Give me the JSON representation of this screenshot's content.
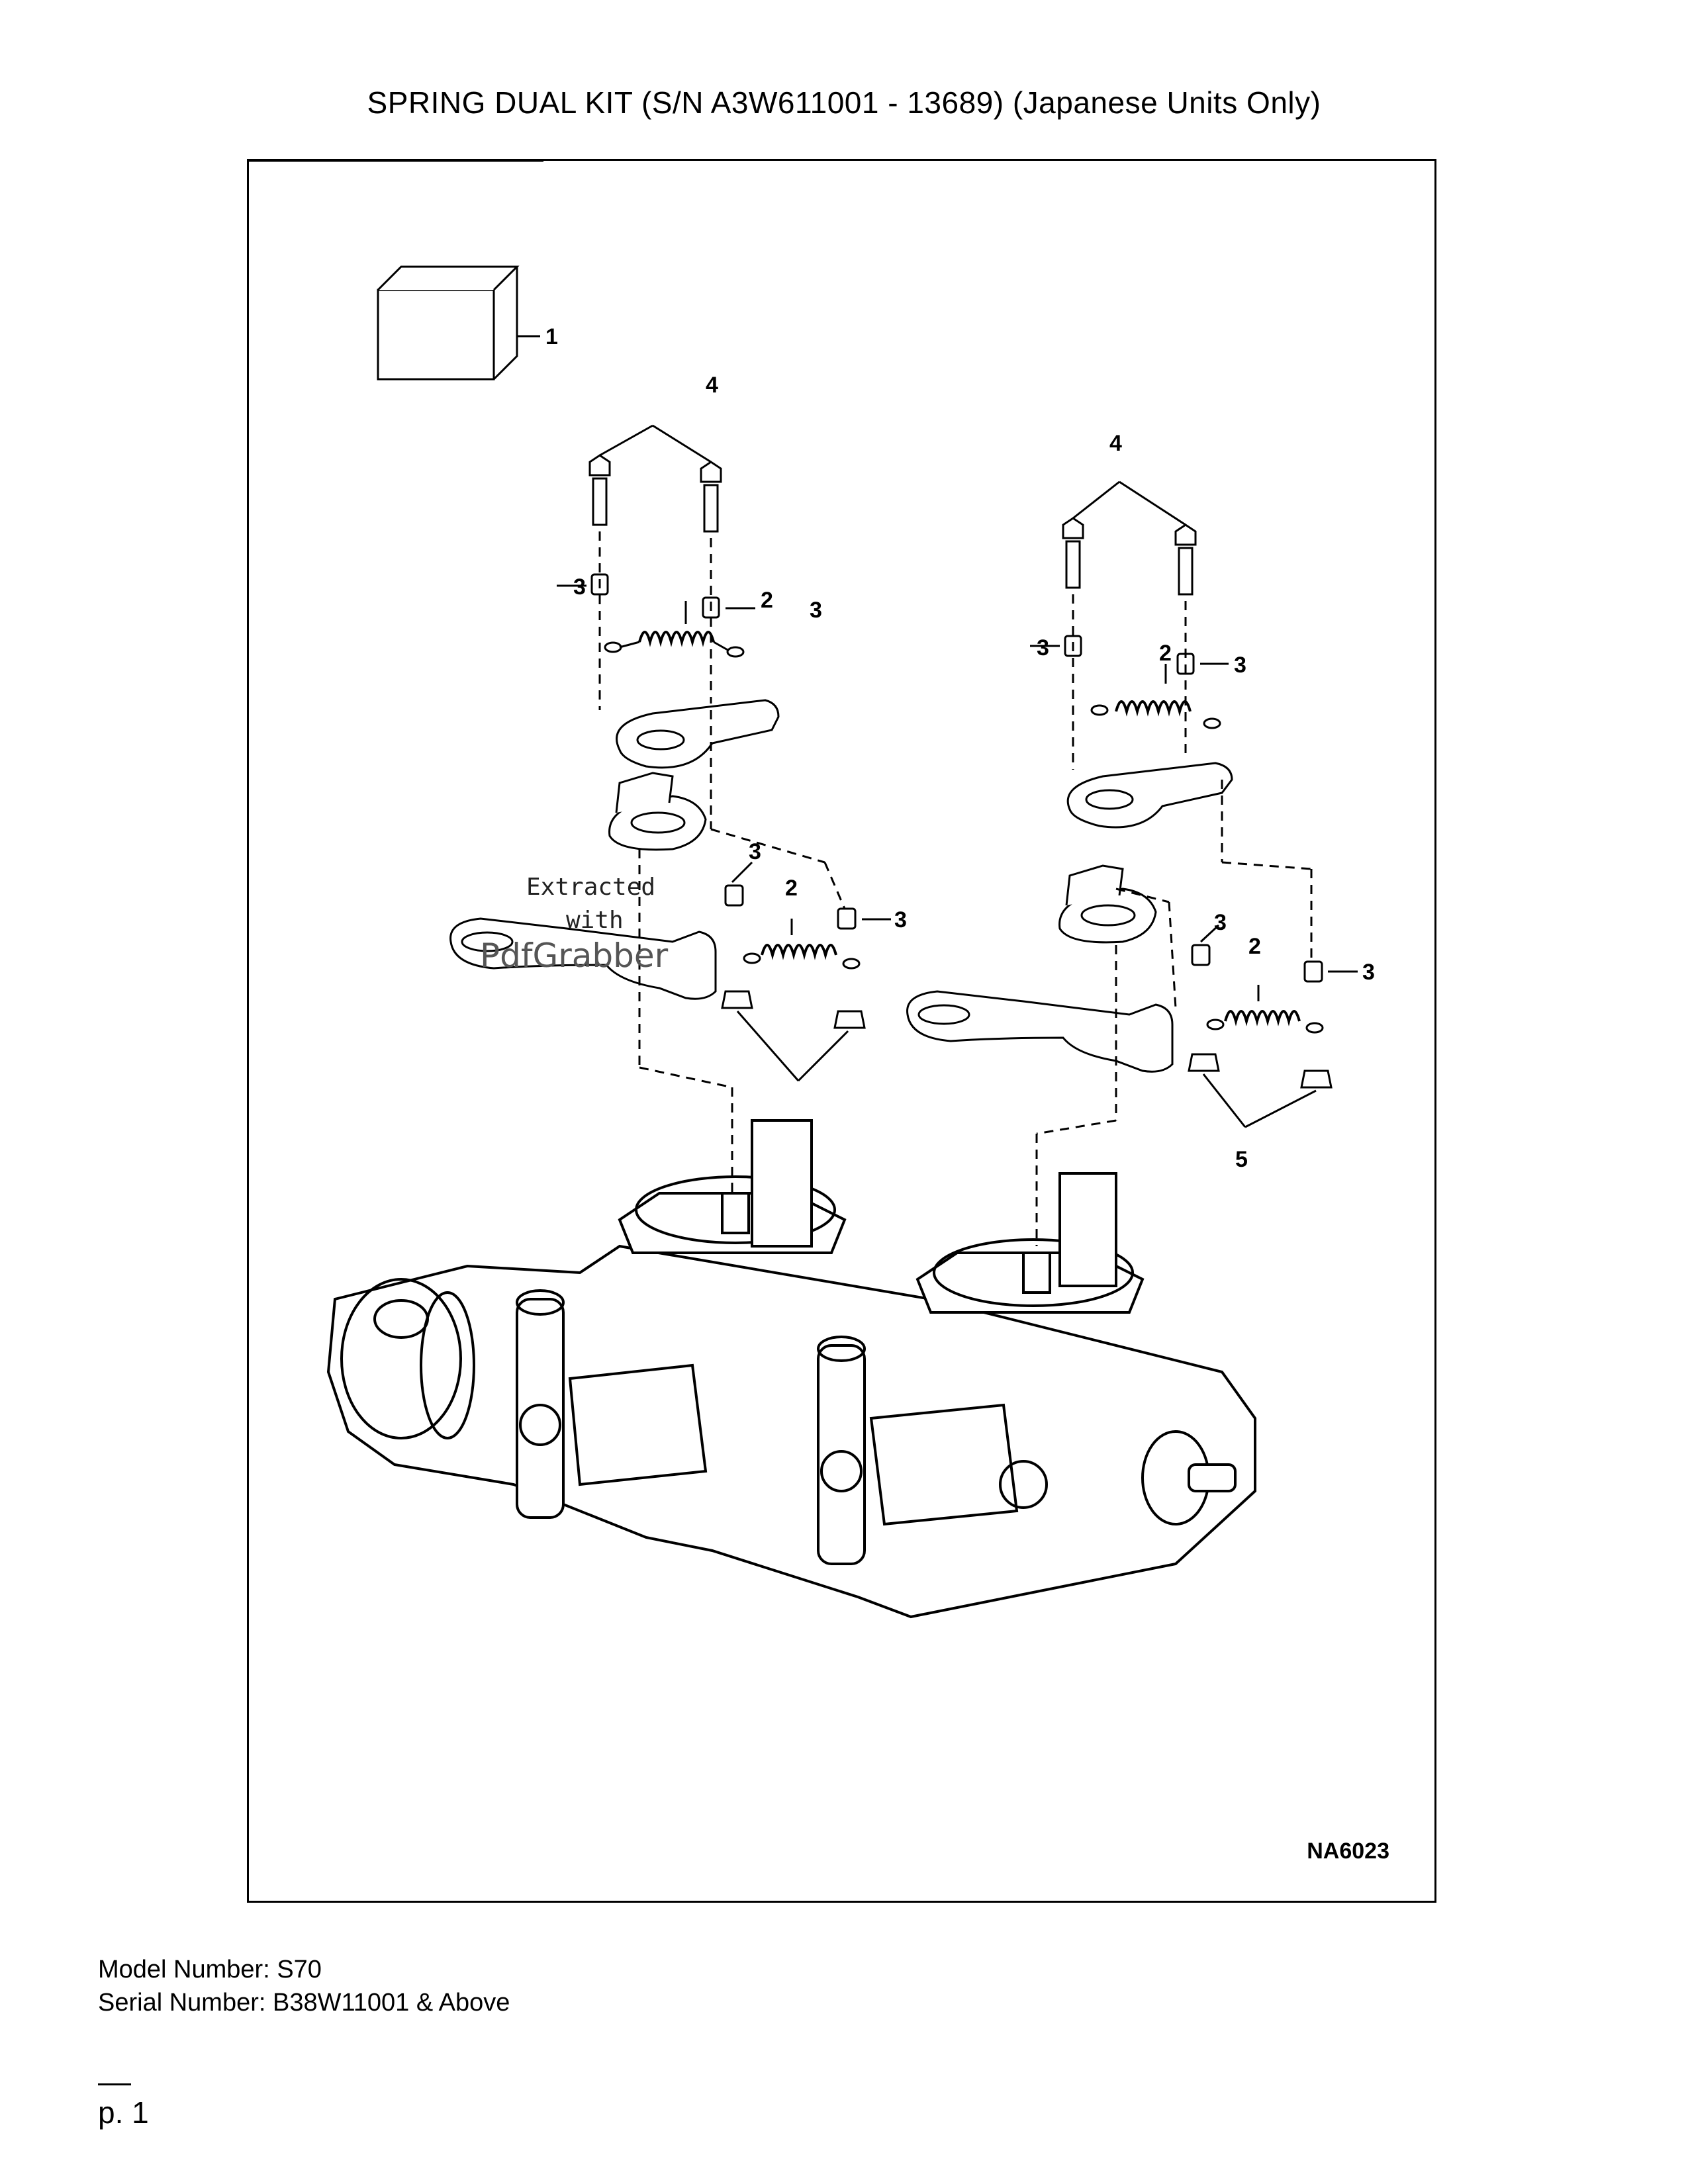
{
  "document": {
    "title": "SPRING DUAL KIT (S/N A3W611001 - 13689) (Japanese Units Only)",
    "drawing_code": "NA6023",
    "watermark": {
      "line1": "Extracted",
      "line2": "with",
      "line3": "PdfGrabber"
    },
    "model_line": "Model Number: S70",
    "serial_line": "Serial Number: B38W11001 & Above",
    "page_label": "p. 1"
  },
  "callouts": {
    "kit": "1",
    "spring": "2",
    "spacer": "3",
    "bolt": "4",
    "nut": "5"
  }
}
